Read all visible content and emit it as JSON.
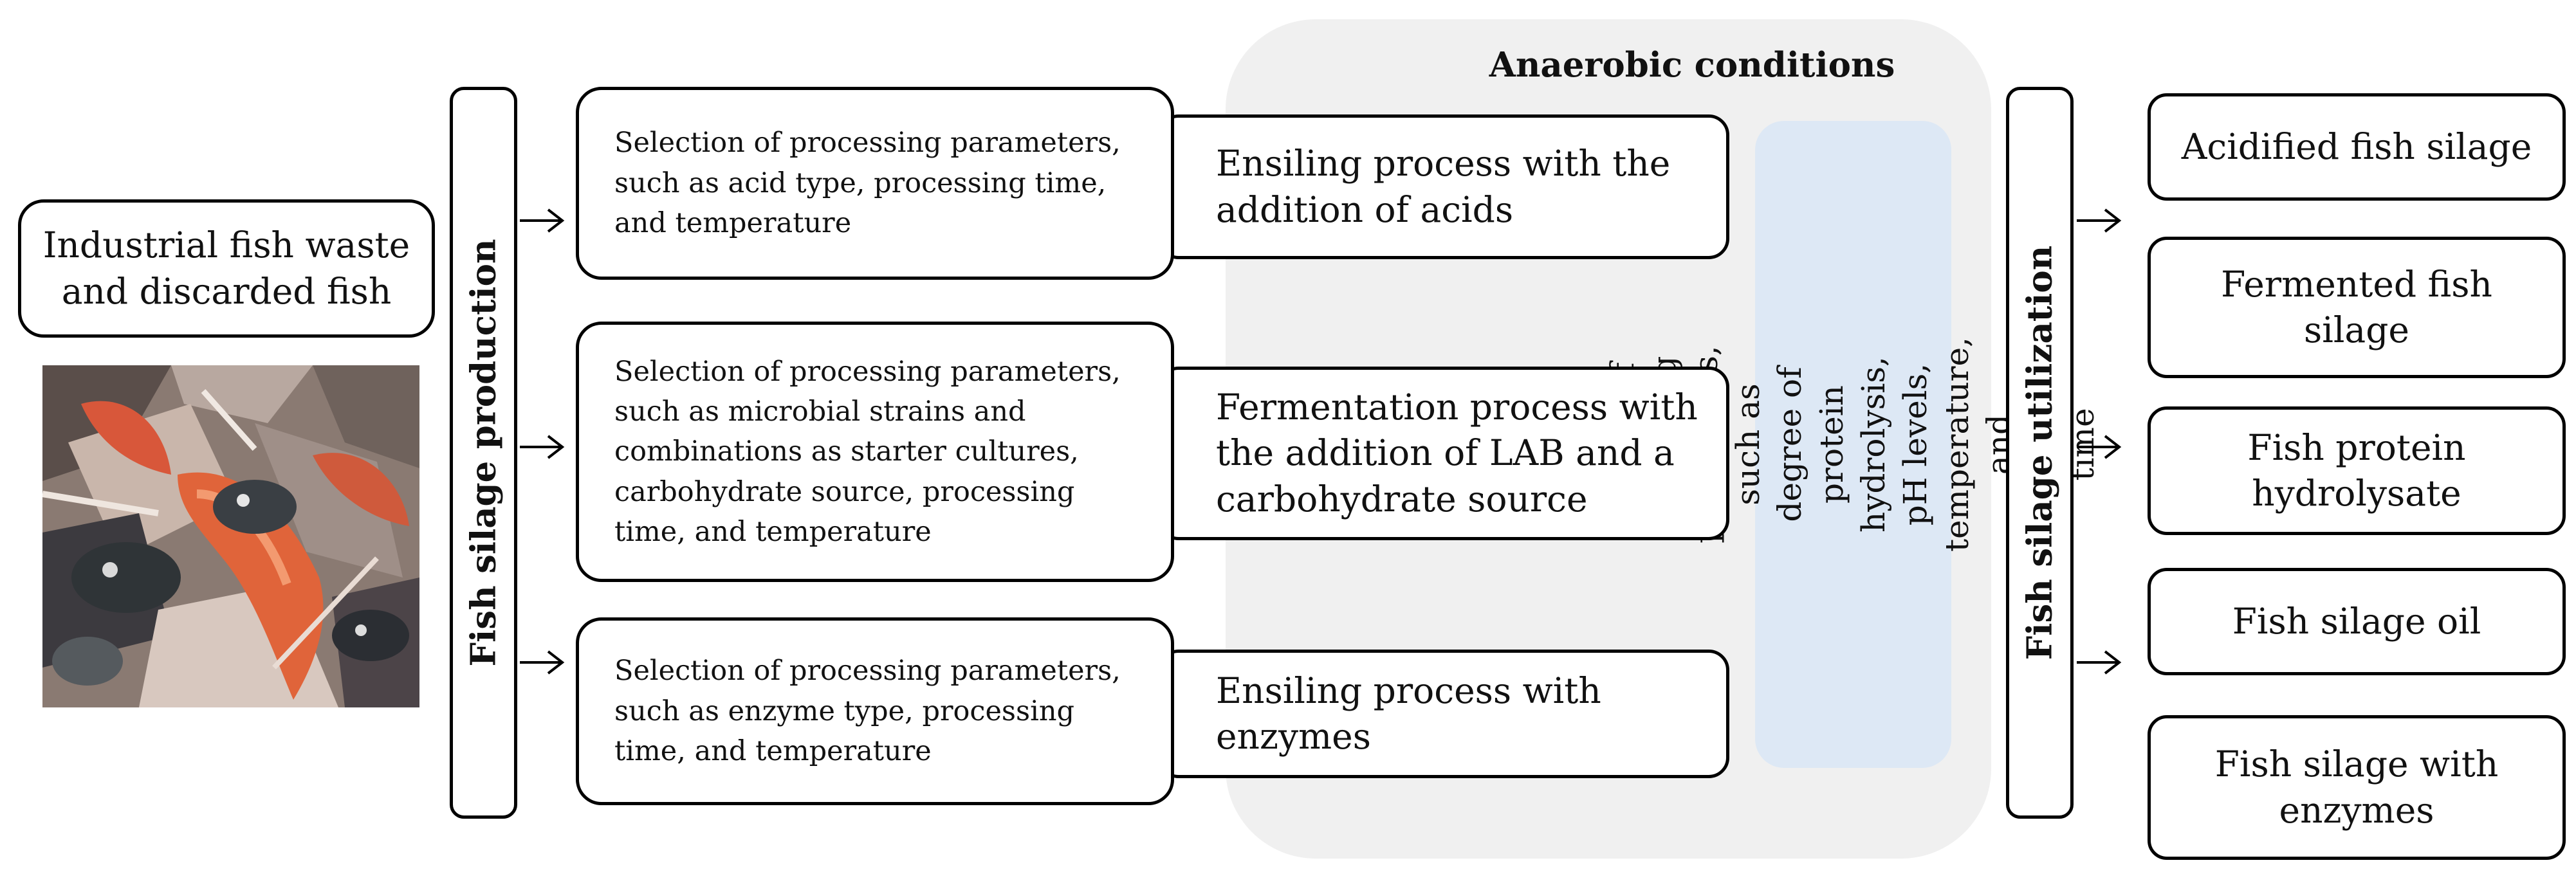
{
  "input": {
    "title": "Industrial fish waste and discarded fish",
    "image": "fish-waste-photo"
  },
  "production_label": "Fish silage production",
  "utilization_label": "Fish silage utilization",
  "anaerobic": {
    "title": "Anaerobic conditions",
    "control_text": "Control of processing parameters, such as degree of protein hydrolysis, pH levels, temperature, and processing time"
  },
  "processes": [
    {
      "parameters": "Selection of processing parameters, such as acid type, processing time, and temperature",
      "process": "Ensiling process with the addition of acids"
    },
    {
      "parameters": "Selection of processing parameters, such as microbial strains and combinations as starter cultures, carbohydrate source, processing time, and temperature",
      "process": "Fermentation process with the addition of LAB and a carbohydrate source"
    },
    {
      "parameters": "Selection of processing parameters, such as enzyme type, processing time, and temperature",
      "process": "Ensiling process with enzymes"
    }
  ],
  "outputs": [
    "Acidified fish silage",
    "Fermented fish silage",
    "Fish protein hydrolysate",
    "Fish silage oil",
    "Fish silage with enzymes"
  ],
  "colors": {
    "anaerobic_bg": "#f0f0f0",
    "control_bg": "#dde8f5",
    "stroke": "#000000"
  }
}
